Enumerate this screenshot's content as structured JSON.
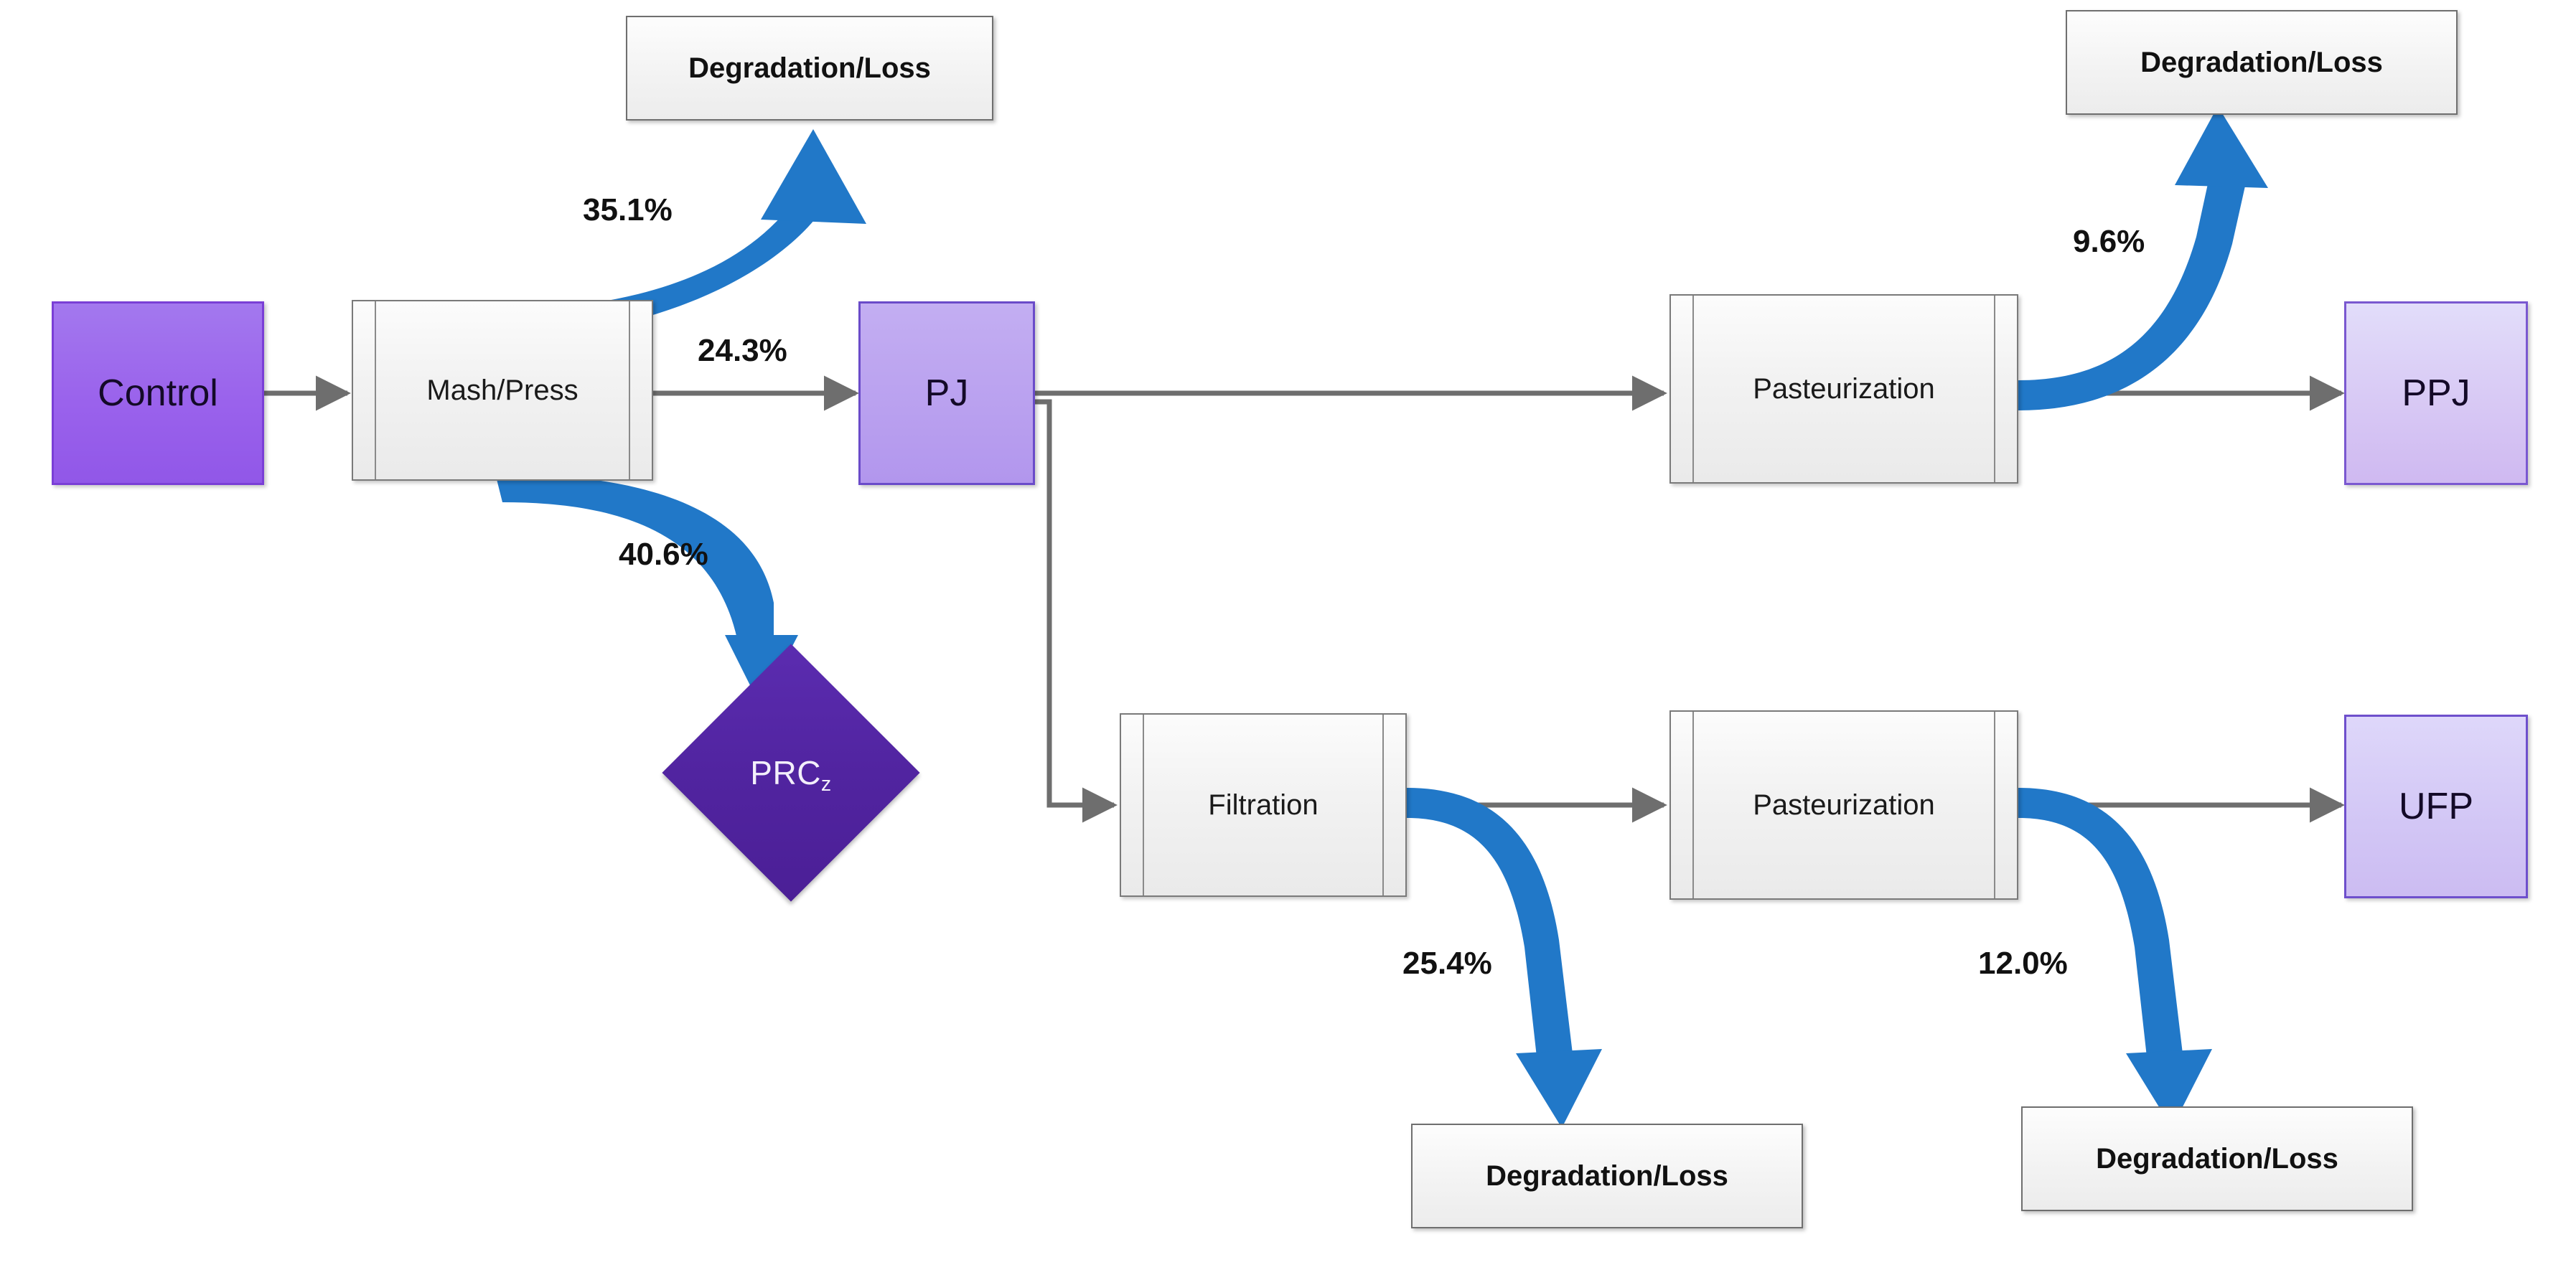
{
  "diagram": {
    "type": "process-flow",
    "title": "Juice processing mass-balance flow diagram",
    "colors": {
      "arrow_blue": "#2178C8",
      "arrow_gray": "#6E6E6E",
      "control_purple": "#9A62EC",
      "pj_purple": "#B9A0EF",
      "product_purple": "#D7C7F4",
      "diamond_purple": "#5124A0",
      "process_gray": "#F2F2F2"
    }
  },
  "nodes": {
    "control": {
      "label": "Control",
      "shape": "terminator"
    },
    "mash_press": {
      "label": "Mash/Press",
      "shape": "predefined-process"
    },
    "pj": {
      "label": "PJ",
      "shape": "terminator"
    },
    "prcz_prefix": "PRC",
    "prcz_sub": "z",
    "filtration": {
      "label": "Filtration",
      "shape": "predefined-process"
    },
    "pasteurization_top": {
      "label": "Pasteurization",
      "shape": "predefined-process"
    },
    "pasteurization_bottom": {
      "label": "Pasteurization",
      "shape": "predefined-process"
    },
    "ppj": {
      "label": "PPJ",
      "shape": "terminator"
    },
    "ufp": {
      "label": "UFP",
      "shape": "terminator"
    },
    "degradation_top_left": {
      "label": "Degradation/Loss",
      "shape": "box"
    },
    "degradation_top_right": {
      "label": "Degradation/Loss",
      "shape": "box"
    },
    "degradation_bottom_left": {
      "label": "Degradation/Loss",
      "shape": "box"
    },
    "degradation_bottom_right": {
      "label": "Degradation/Loss",
      "shape": "box"
    }
  },
  "edges": [
    {
      "id": "control-to-mash",
      "from": "Control",
      "to": "Mash/Press",
      "label": "",
      "style": "gray-straight"
    },
    {
      "id": "mash-to-degradation",
      "from": "Mash/Press",
      "to": "Degradation/Loss",
      "label": "35.1%",
      "style": "blue-curved"
    },
    {
      "id": "mash-to-pj",
      "from": "Mash/Press",
      "to": "PJ",
      "label": "24.3%",
      "style": "gray-straight"
    },
    {
      "id": "mash-to-prcz",
      "from": "Mash/Press",
      "to": "PRCz",
      "label": "40.6%",
      "style": "blue-curved"
    },
    {
      "id": "pj-to-pasteurization-top",
      "from": "PJ",
      "to": "Pasteurization",
      "label": "",
      "style": "gray-straight"
    },
    {
      "id": "pj-to-filtration",
      "from": "PJ",
      "to": "Filtration",
      "label": "",
      "style": "gray-elbow"
    },
    {
      "id": "pasteurization-top-to-degradation",
      "from": "Pasteurization",
      "to": "Degradation/Loss",
      "label": "9.6%",
      "style": "blue-curved"
    },
    {
      "id": "pasteurization-top-to-ppj",
      "from": "Pasteurization",
      "to": "PPJ",
      "label": "",
      "style": "gray-straight"
    },
    {
      "id": "filtration-to-degradation",
      "from": "Filtration",
      "to": "Degradation/Loss",
      "label": "25.4%",
      "style": "blue-curved"
    },
    {
      "id": "filtration-to-pasteurization-bottom",
      "from": "Filtration",
      "to": "Pasteurization",
      "label": "",
      "style": "gray-straight"
    },
    {
      "id": "pasteurization-bottom-to-degradation",
      "from": "Pasteurization",
      "to": "Degradation/Loss",
      "label": "12.0%",
      "style": "blue-curved"
    },
    {
      "id": "pasteurization-bottom-to-ufp",
      "from": "Pasteurization",
      "to": "UFP",
      "label": "",
      "style": "gray-straight"
    }
  ],
  "labels": {
    "pct_351": "35.1%",
    "pct_243": "24.3%",
    "pct_406": "40.6%",
    "pct_96": "9.6%",
    "pct_254": "25.4%",
    "pct_120": "12.0%"
  },
  "chart_data": {
    "type": "flow",
    "title": "Juice processing mass-balance flow diagram",
    "nodes": [
      "Control",
      "Mash/Press",
      "PJ",
      "PRCz",
      "Filtration",
      "Pasteurization (top)",
      "Pasteurization (bottom)",
      "PPJ",
      "UFP",
      "Degradation/Loss"
    ],
    "flows": [
      {
        "from": "Mash/Press",
        "to": "Degradation/Loss",
        "value": 35.1,
        "unit": "%"
      },
      {
        "from": "Mash/Press",
        "to": "PJ",
        "value": 24.3,
        "unit": "%"
      },
      {
        "from": "Mash/Press",
        "to": "PRCz",
        "value": 40.6,
        "unit": "%"
      },
      {
        "from": "Pasteurization (top)",
        "to": "Degradation/Loss",
        "value": 9.6,
        "unit": "%"
      },
      {
        "from": "Filtration",
        "to": "Degradation/Loss",
        "value": 25.4,
        "unit": "%"
      },
      {
        "from": "Pasteurization (bottom)",
        "to": "Degradation/Loss",
        "value": 12.0,
        "unit": "%"
      }
    ]
  }
}
